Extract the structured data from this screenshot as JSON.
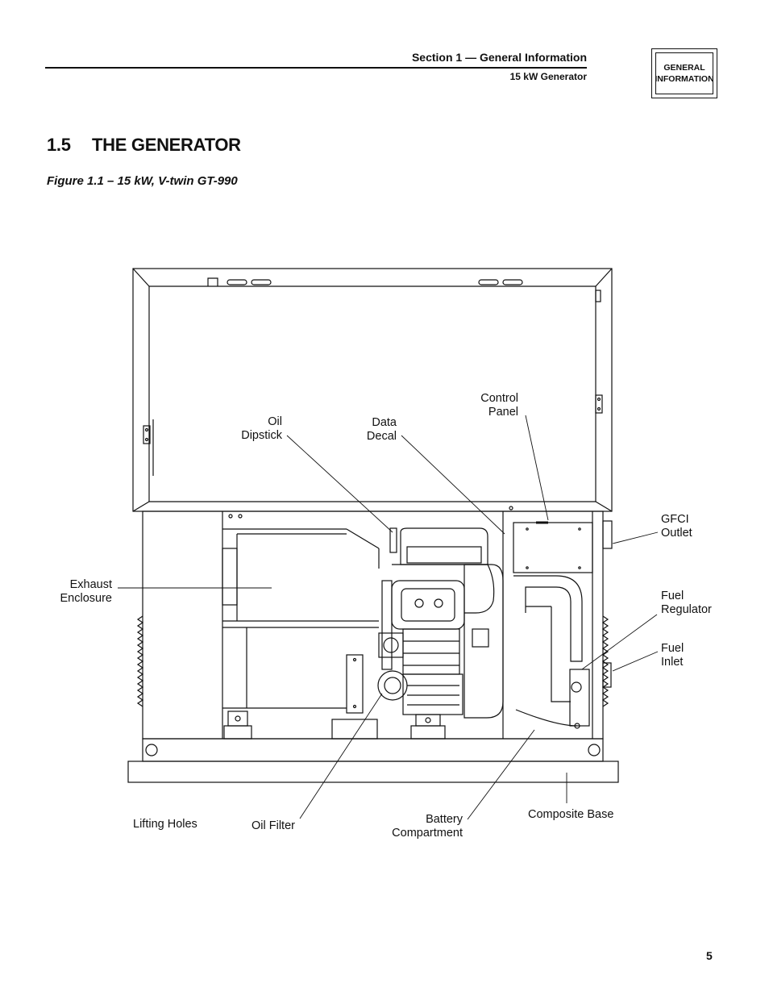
{
  "header": {
    "section": "Section 1 — General Information",
    "subtitle": "15 kW Generator",
    "tab_line1": "GENERAL",
    "tab_line2": "INFORMATION"
  },
  "heading": {
    "number": "1.5",
    "title": "THE GENERATOR"
  },
  "figure": {
    "caption": "Figure 1.1 – 15 kW, V-twin GT-990",
    "labels": {
      "control_1": "Control",
      "control_2": "Panel",
      "oil_1": "Oil",
      "oil_2": "Dipstick",
      "data_1": "Data",
      "data_2": "Decal",
      "gfci_1": "GFCI",
      "gfci_2": "Outlet",
      "exhaust_1": "Exhaust",
      "exhaust_2": "Enclosure",
      "fuelreg_1": "Fuel",
      "fuelreg_2": "Regulator",
      "fuelin_1": "Fuel",
      "fuelin_2": "Inlet",
      "lifting": "Lifting Holes",
      "oilfilter": "Oil Filter",
      "battery_1": "Battery",
      "battery_2": "Compartment",
      "composite": "Composite Base"
    }
  },
  "page_number": "5"
}
